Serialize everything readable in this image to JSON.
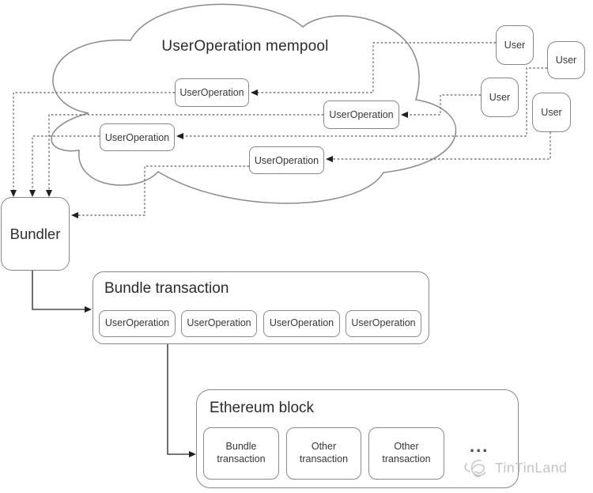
{
  "cloud": {
    "title": "UserOperation mempool"
  },
  "mempool_operations": [
    {
      "label": "UserOperation"
    },
    {
      "label": "UserOperation"
    },
    {
      "label": "UserOperation"
    },
    {
      "label": "UserOperation"
    }
  ],
  "users": [
    {
      "label": "User"
    },
    {
      "label": "User"
    },
    {
      "label": "User"
    },
    {
      "label": "User"
    }
  ],
  "bundler": {
    "label": "Bundler"
  },
  "bundle_transaction": {
    "title": "Bundle transaction",
    "operations": [
      {
        "label": "UserOperation"
      },
      {
        "label": "UserOperation"
      },
      {
        "label": "UserOperation"
      },
      {
        "label": "UserOperation"
      }
    ]
  },
  "ethereum_block": {
    "title": "Ethereum block",
    "transactions": [
      {
        "label": "Bundle transaction"
      },
      {
        "label": "Other transaction"
      },
      {
        "label": "Other transaction"
      }
    ],
    "ellipsis": "..."
  },
  "watermark": {
    "text": "TinTinLand"
  },
  "colors": {
    "box_border": "#878787",
    "text": "#333333",
    "connector_dashed": "#767676",
    "connector_solid": "#4a4a4a",
    "arrowhead": "#1f1f1f",
    "watermark": "#c4c4c4",
    "background": "#ffffff"
  }
}
